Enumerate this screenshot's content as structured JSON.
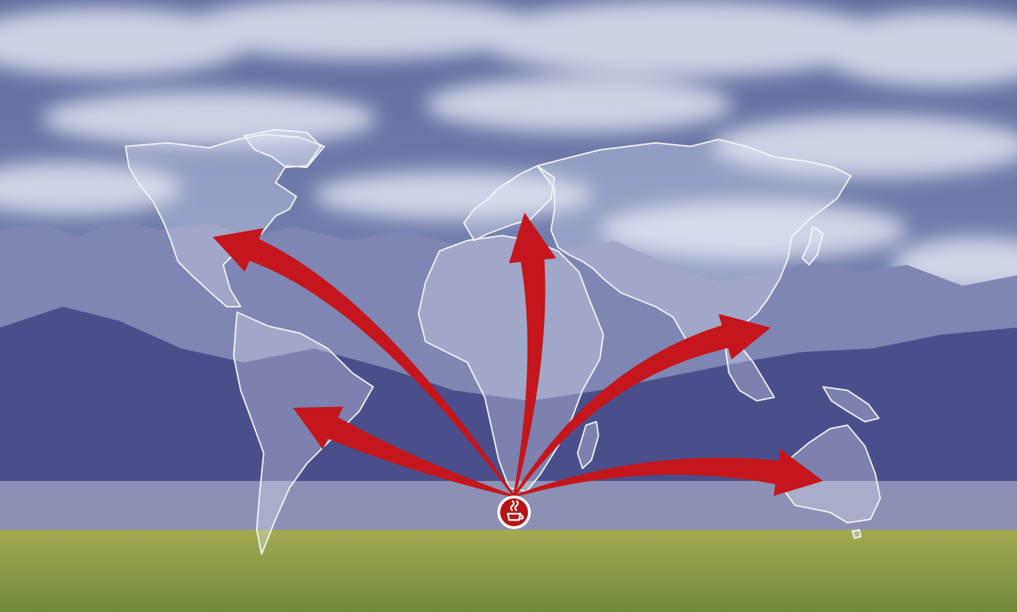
{
  "scene": {
    "sky_top": "#5f6c9e",
    "sky_bottom": "#8d98c2",
    "cloud": "#e6e9f4",
    "mountain_far": "#7f86b3",
    "mountain_near": "#4a4f8c",
    "valley_band": "#8c90b4",
    "grass_top": "#a3aa52",
    "grass_bottom": "#6f8a3a"
  },
  "map": {
    "land_fill": "rgba(230,236,250,0.32)",
    "outline": "#f4f6ff",
    "continents": [
      "north-america",
      "greenland",
      "south-america",
      "europe",
      "africa",
      "madagascar",
      "asia",
      "japan",
      "southeast-asia-islands",
      "new-guinea",
      "australia",
      "tasmania"
    ]
  },
  "arrows": {
    "color": "#c4161c",
    "targets": [
      "north-america",
      "south-america",
      "europe",
      "asia",
      "australia"
    ]
  },
  "origin_logo": {
    "fill": "#b71418",
    "ring": "#ffffff",
    "icon": "coffee-cup-icon"
  }
}
